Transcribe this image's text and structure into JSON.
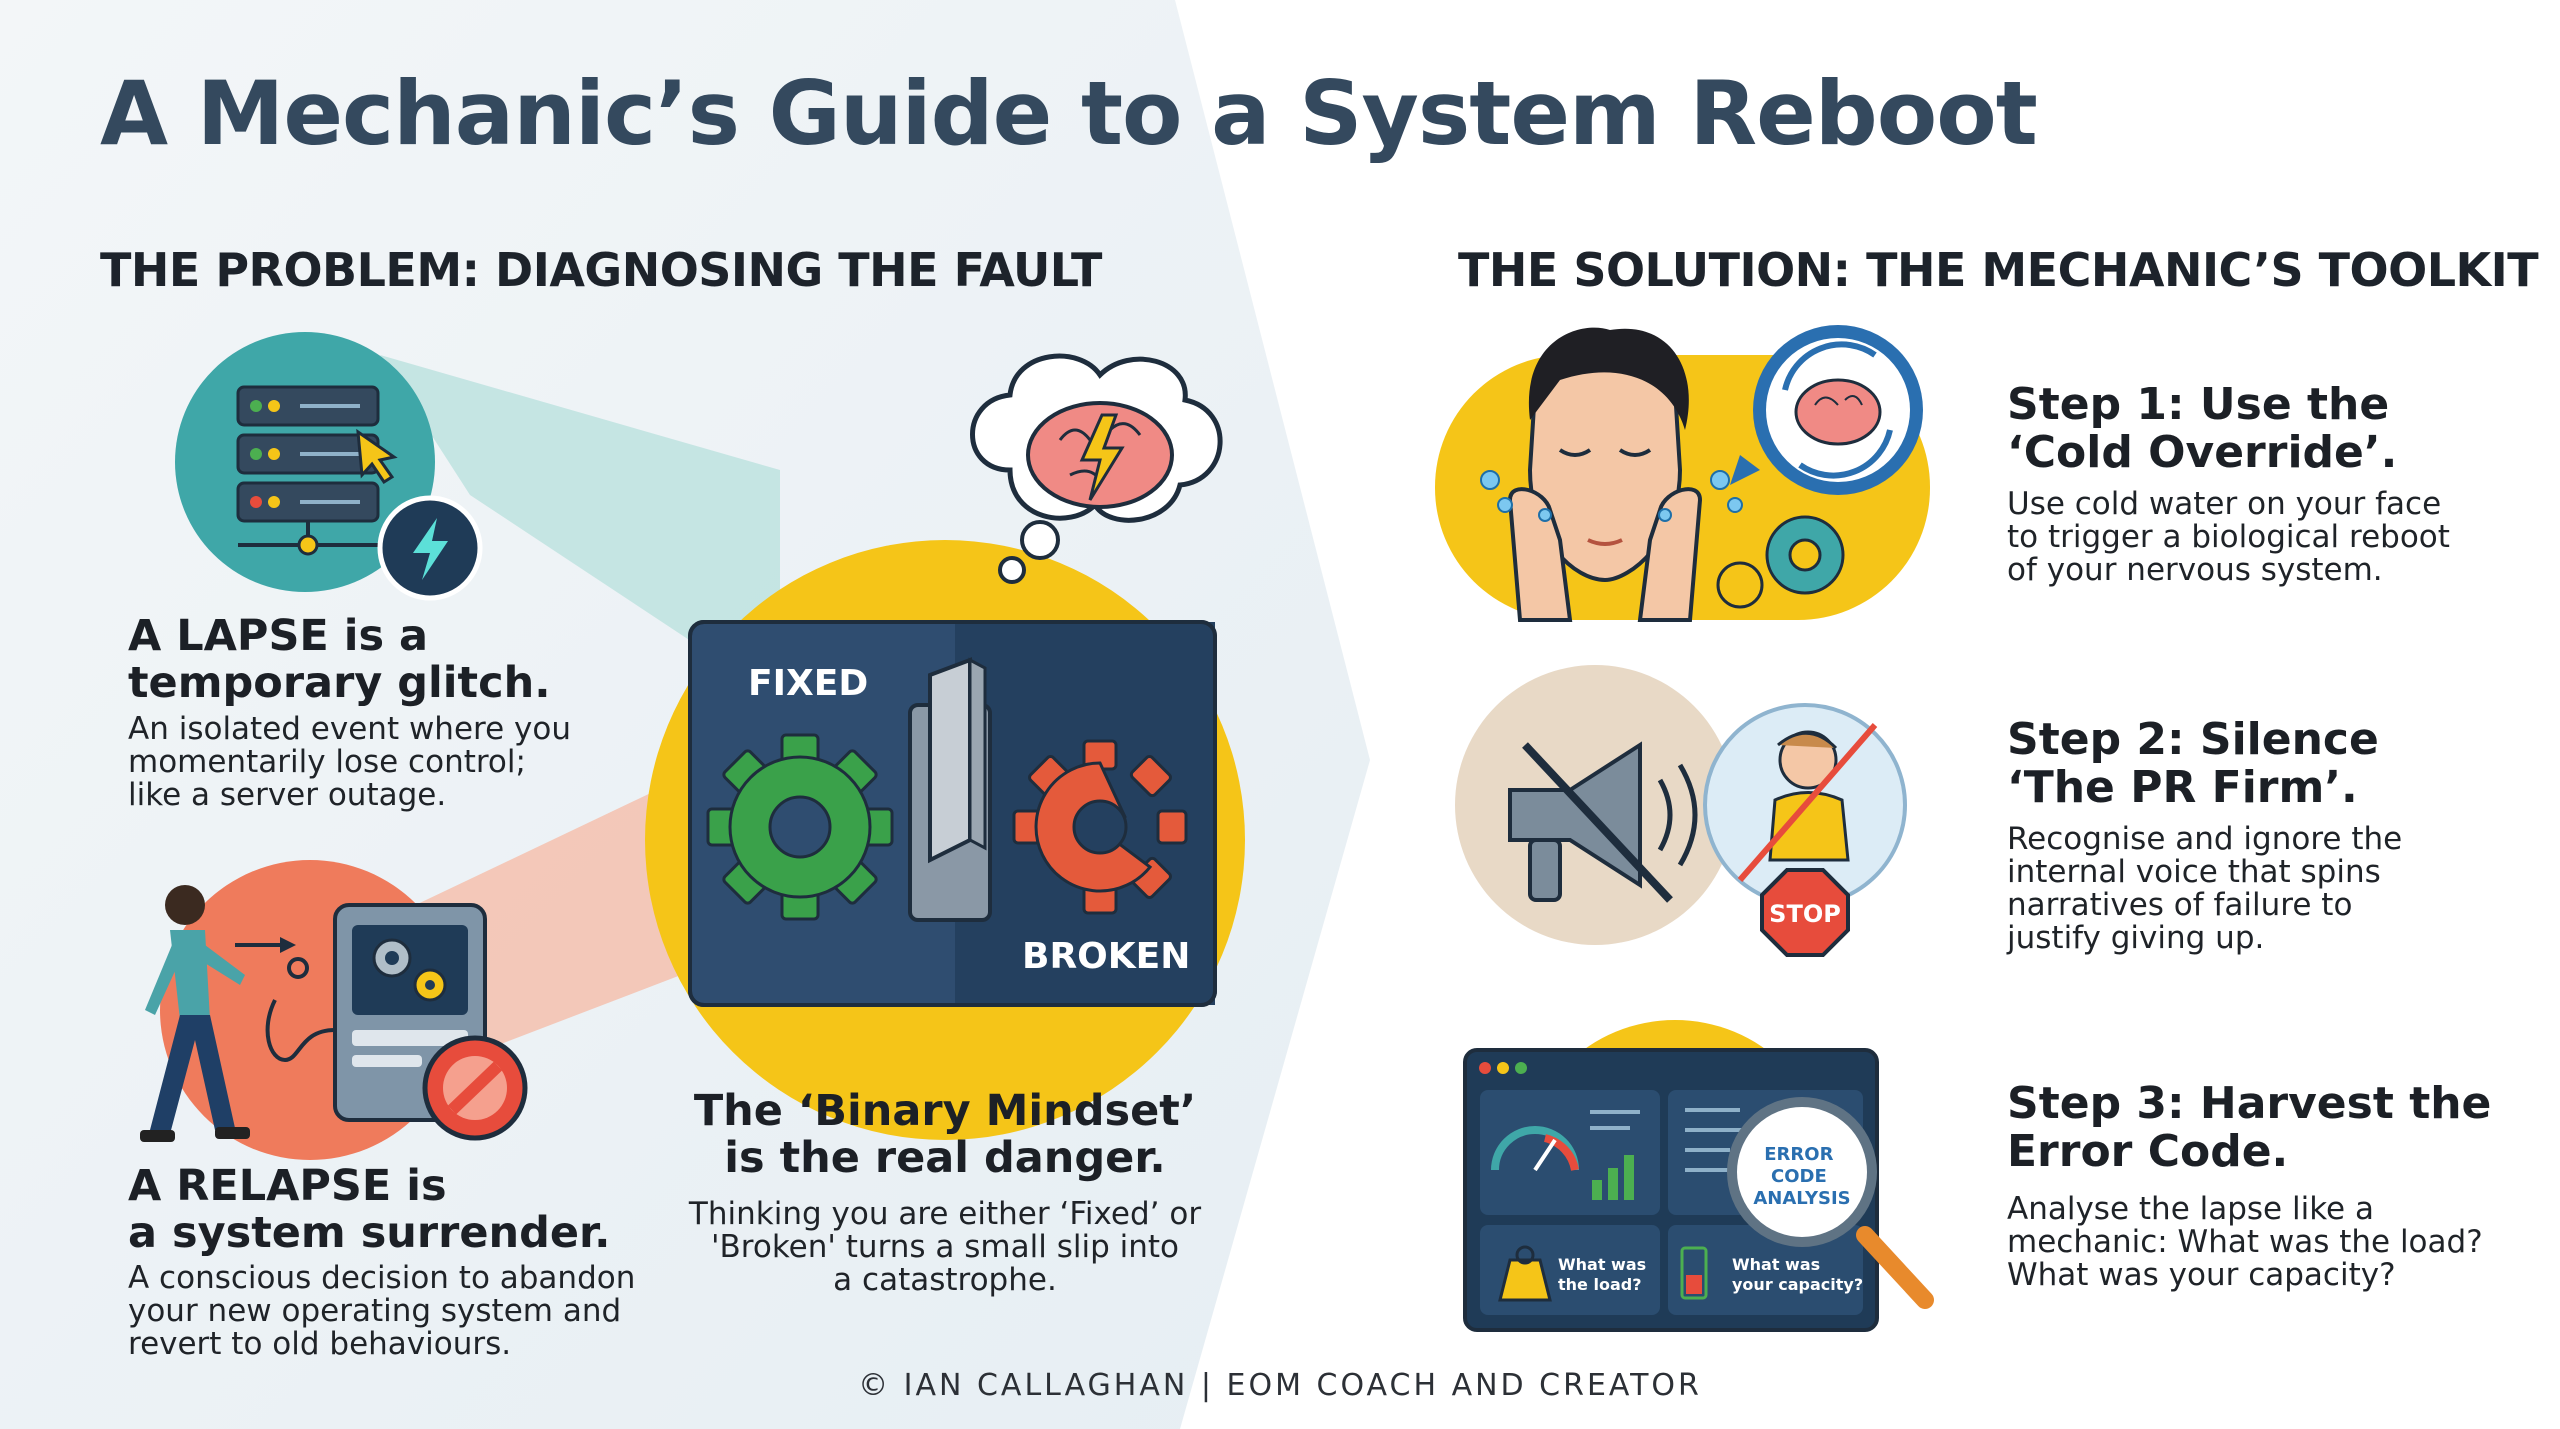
{
  "title": "A Mechanic’s Guide to a System Reboot",
  "problem": {
    "section_title": "THE PROBLEM: DIAGNOSING THE FAULT",
    "lapse": {
      "heading": [
        "A LAPSE is a",
        "temporary glitch."
      ],
      "body": [
        "An isolated event where you",
        "momentarily lose control;",
        "like a server outage."
      ]
    },
    "relapse": {
      "heading": [
        "A RELAPSE is",
        "a system surrender."
      ],
      "body": [
        "A conscious decision to abandon",
        "your new operating system and",
        "revert to old behaviours."
      ]
    },
    "binary": {
      "heading": [
        "The ‘Binary Mindset’",
        "is the real danger."
      ],
      "body": [
        "Thinking you are either ‘Fixed’ or",
        "'Broken' turns a small slip into",
        "a catastrophe."
      ]
    },
    "switch_labels": {
      "fixed": "FIXED",
      "broken": "BROKEN"
    }
  },
  "solution": {
    "section_title": "THE SOLUTION: THE MECHANIC’S TOOLKIT",
    "steps": [
      {
        "title": [
          "Step 1: Use the",
          "‘Cold Override’."
        ],
        "body": [
          "Use cold water on your face",
          "to trigger a biological reboot",
          "of your nervous system."
        ]
      },
      {
        "title": [
          "Step 2: Silence",
          "‘The PR Firm’."
        ],
        "body": [
          "Recognise and ignore the",
          "internal voice that spins",
          "narratives of failure to",
          "justify giving up."
        ]
      },
      {
        "title": [
          "Step 3: Harvest the",
          "Error Code."
        ],
        "body": [
          "Analyse the lapse like a",
          "mechanic: What was the load?",
          "What was your capacity?"
        ]
      }
    ],
    "stop_sign": "STOP",
    "dashboard": {
      "load_label": [
        "What was",
        "the load?"
      ],
      "capacity_label": [
        "What was",
        "your capacity?"
      ],
      "magnifier_text": [
        "ERROR",
        "CODE",
        "ANALYSIS"
      ]
    }
  },
  "footer": "© IAN CALLAGHAN  |  EOM COACH AND CREATOR",
  "colors": {
    "title": "#34495e",
    "yellow": "#f5c518",
    "teal": "#3fa7a8",
    "coral": "#ef7b5c",
    "navy": "#2b4466"
  }
}
